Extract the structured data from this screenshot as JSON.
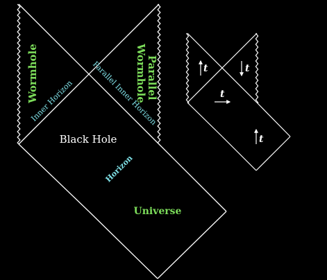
{
  "colors": {
    "background": "#000000",
    "line": "#ffffff",
    "region_label": "#7cdc5a",
    "horizon_label": "#7fe0e6",
    "black_hole_label": "#ffffff"
  },
  "main_diagram": {
    "wormhole_label": "Wormhole",
    "parallel_wormhole_label_line1": "Parallel",
    "parallel_wormhole_label_line2": "Wormhole",
    "inner_horizon_label": "Inner Horizon",
    "parallel_inner_horizon_label": "Parallel Inner Horizon",
    "black_hole_label": "Black Hole",
    "horizon_label": "Horizon",
    "universe_label": "Universe"
  },
  "time_diagram": {
    "time_symbol": "t",
    "arrows": [
      {
        "region": "upper-left",
        "direction": "up"
      },
      {
        "region": "upper-right",
        "direction": "down"
      },
      {
        "region": "middle",
        "direction": "right"
      },
      {
        "region": "lower",
        "direction": "up"
      }
    ]
  }
}
